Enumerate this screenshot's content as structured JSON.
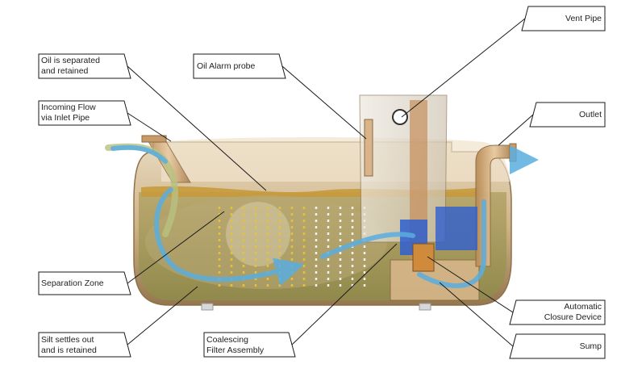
{
  "labels": {
    "oil_separated": [
      "Oil is separated",
      "and retained"
    ],
    "incoming_flow": [
      "Incoming Flow",
      "via Inlet Pipe"
    ],
    "oil_alarm": "Oil Alarm probe",
    "vent_pipe": "Vent Pipe",
    "outlet": "Outlet",
    "separation_zone": "Separation Zone",
    "silt": [
      "Silt settles out",
      "and is retained"
    ],
    "coalescing": [
      "Coalescing",
      "Filter Assembly"
    ],
    "closure": [
      "Automatic",
      "Closure Device"
    ],
    "sump": "Sump"
  },
  "colors": {
    "tank": "#c9ad7f",
    "tank_dark": "#8a6a3e",
    "water": "#a6a066",
    "oil": "#c79a3c",
    "flow": "#5aaee0",
    "filter": "#2e5fcf",
    "callout_stroke": "#1a1a1a"
  },
  "icons": [
    "flow-arrow-icon"
  ]
}
